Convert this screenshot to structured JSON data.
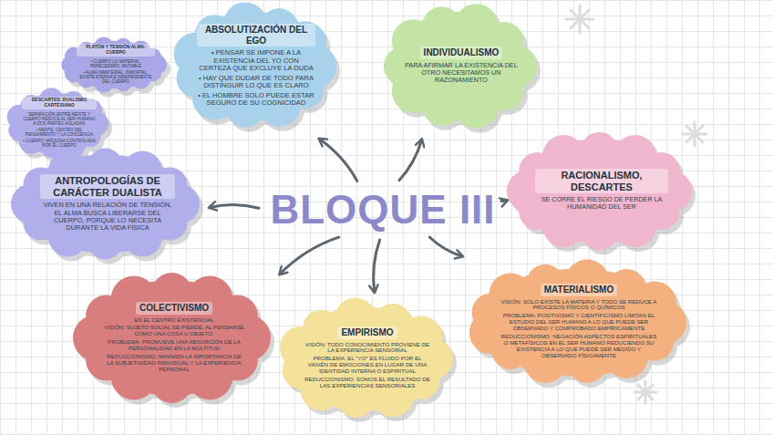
{
  "diagram": {
    "nodes": [
      {
        "text": [
          "PLATÓN Y TENSIÓN ALMA-CUERPO",
          "• CUERPO LO MATERIAL, PERECEDERO, MUTABLE",
          "• ALMA INMATERIAL, INMORTAL, EXISTE ETERNA E INDEPENDIENTE DEL CUERPO"
        ]
      },
      {
        "text": [
          "ABSOLUTIZACIÓN DEL EGO",
          "• PENSAR SE IMPONE A LA EXISTENCIA DEL YO CON CERTEZA QUE EXCLUYE LA DUDA",
          "• HAY QUE DUDAR DE TODO PARA DISTINGUIR LO QUE ES CLARO",
          "• EL HOMBRE SOLO PUEDE ESTAR SEGURO DE SU COGNICIDAD"
        ]
      },
      {
        "text": [
          "INDIVIDUALISMO",
          "PARA AFIRMAR LA EXISTENCIA DEL OTRO NECESITAMOS UN RAZONAMIENTO"
        ]
      },
      {
        "text": [
          "DESCARTES: DUALISMO CARTESIANO",
          "SEPARACIÓN ENTRE MENTE Y CUERPO REDUCE AL SER HUMANO A DOS PARTES AISLADAS",
          "• MENTE: CENTRO DEL PENSAMIENTO Y LA CONCIENCIA",
          "• CUERPO: MÁQUINA CONTROLADA POR EL CUERPO"
        ]
      },
      {
        "text": [
          "ANTROPOLOGÍAS DE CARÁCTER DUALISTA",
          "VIVEN EN UNA RELACIÓN DE TENSIÓN, EL ALMA BUSCA LIBERARSE DEL CUERPO, PORQUE LO NECESITA DURANTE LA VIDA FÍSICA"
        ]
      },
      {
        "text": [
          "BLOQUE III"
        ]
      },
      {
        "text": [
          "RACIONALISMO, DESCARTES",
          "SE CORRE EL RIESGO DE PERDER LA HUMANIDAD DEL SER"
        ]
      },
      {
        "text": [
          "COLECTIVISMO",
          "ES EL CENTRO EXISTENCIAL",
          "VISIÓN: SUJETO SOCIAL SE PIERDE, AL PENSARSE COMO UNA COSA U OBJETO.",
          "PROBLEMA: PROMUEVE UNA ABSORCIÓN DE LA PERSONALIDAD EN LA MULTITUD",
          "REDUCCIONISMO: MINIMIZA LA IMPORTANCIA DE LA SUBJETIVIDAD INDIVIDUAL Y LA EXPERIENCIA PERSONAL"
        ]
      },
      {
        "text": [
          "EMPIRISMO",
          "VISIÓN: TODO CONOCIMIENTO PROVIENE DE LA EXPERIENCIA SENSORIAL",
          "PROBLEMA: EL \"YO\" ES FLUIDO POR EL VAIVÉN DE EMOCIONES EN LUGAR DE UNA IDENTIDAD INTERNA O ESPIRITUAL",
          "REDUCCIONISMO: SOMOS EL RESULTADO DE LAS EXPERIENCIAS SENSORIALES"
        ]
      },
      {
        "text": [
          "MATERIALISMO",
          "VISIÓN: SOLO EXISTE LA MATERIA Y TODO SE REDUCE A PROCESOS FÍSICOS O QUÍMICOS",
          "PROBLEMA: POSITIVISMO Y CIENTIFICISMO LIMITAN EL ESTUDIO DEL SER HUMANO A LO QUE PUEDE SER OBSERVADO Y COMPROBADO EMPÍRICAMENTE",
          "REDUCCIONISMO: NEGACIÓN ASPECTOS ESPIRITUALES O METAFÍSICOS EN EL SER HUMANO REDUCIENDO SU EXISTENCIA A LO QUE PUEDE SER MEDIDO Y OBSERVADO FÍSICAMENTE"
        ]
      }
    ],
    "edges": [
      {
        "from": 5,
        "to": 1,
        "arrow": "to"
      },
      {
        "from": 5,
        "to": 2,
        "arrow": "to"
      },
      {
        "from": 5,
        "to": 4,
        "arrow": "to"
      },
      {
        "from": 5,
        "to": 6,
        "arrow": "to"
      },
      {
        "from": 5,
        "to": 7,
        "arrow": "to"
      },
      {
        "from": 5,
        "to": 8,
        "arrow": "to"
      },
      {
        "from": 5,
        "to": 9,
        "arrow": "to"
      }
    ]
  }
}
